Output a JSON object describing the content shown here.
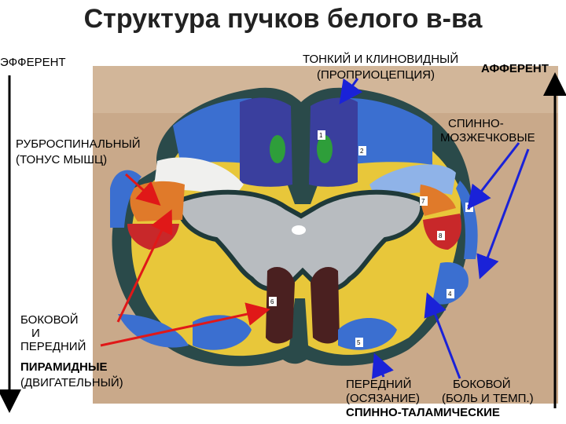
{
  "title": "Структура пучков белого в-ва",
  "efferent": "ЭФФЕРЕНТ",
  "afferent": "АФФЕРЕНТ",
  "labels": {
    "gracile_line1": "ТОНКИЙ И КЛИНОВИДНЫЙ",
    "gracile_line2": "(ПРОПРИОЦЕПЦИЯ)",
    "rubro_line1": "РУБРОСПИНАЛЬНЫЙ",
    "rubro_line2": "(ТОНУС МЫШЦ)",
    "spinocereb_line1": "СПИННО-",
    "spinocereb_line2": "МОЗЖЕЧКОВЫЕ",
    "pyr_line1": "БОКОВОЙ",
    "pyr_line2": "И",
    "pyr_line3": "ПЕРЕДНИЙ",
    "pyr_line4": "ПИРАМИДНЫЕ",
    "pyr_line5": "(ДВИГАТЕЛЬНЫЙ)",
    "ant_line1": "ПЕРЕДНИЙ",
    "ant_line2": "(ОСЯЗАНИЕ)",
    "lat_line1": "БОКОВОЙ",
    "lat_line2": "(БОЛЬ И ТЕМП.)",
    "spinothal": "СПИННО-ТАЛАМИЧЕСКИЕ"
  },
  "tract_numbers": [
    "1",
    "2",
    "3",
    "4",
    "5",
    "6",
    "7",
    "8"
  ],
  "colors": {
    "navy": "#3a3f9e",
    "blue": "#3b6fd0",
    "light_blue": "#8fb3e8",
    "yellow": "#e8c73a",
    "orange": "#e07a2a",
    "red": "#c8282a",
    "green": "#2e9e3a",
    "gray_matter": "#b8bcc0",
    "dark_outline": "#1f3a3a",
    "background_board": "#c9a98a",
    "arrow_red": "#e01818",
    "arrow_blue": "#1a22d8"
  }
}
